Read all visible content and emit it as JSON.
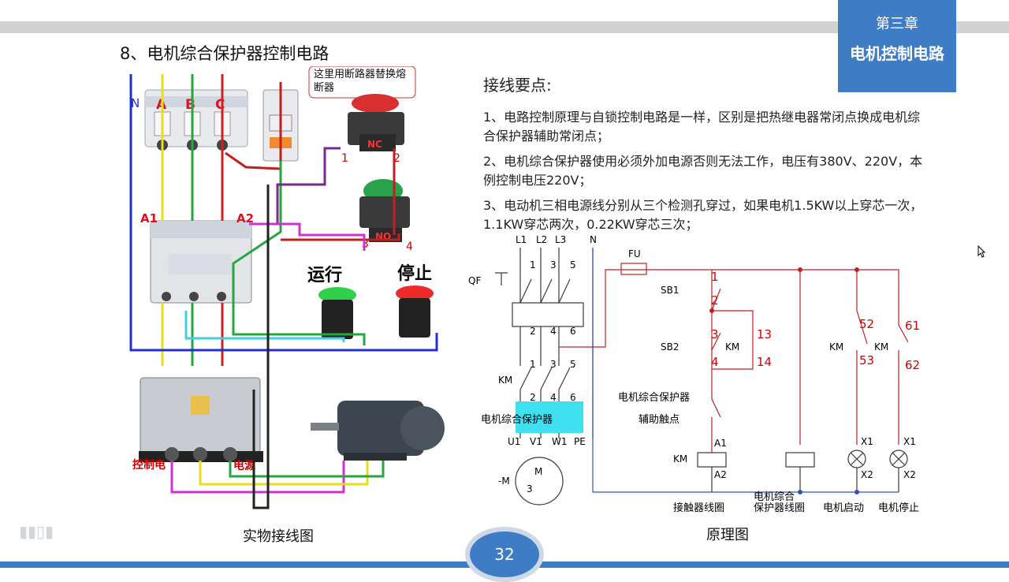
{
  "header": {
    "chapter": "第三章",
    "chapter_title": "电机控制电路"
  },
  "slide_title": "8、电机综合保护器控制电路",
  "notes": {
    "heading": "接线要点:",
    "items": [
      "1、电路控制原理与自锁控制电路是一样，区别是把热继电器常闭点换成电机综合保护器辅助常闭点；",
      "2、电机综合保护器使用必须外加电源否则无法工作，电压有380V、220V，本例控制电压220V；",
      "3、电动机三相电源线分别从三个检测孔穿过，如果电机1.5KW以上穿芯一次，1.1KW穿芯两次，0.22KW穿芯三次；"
    ]
  },
  "photo": {
    "caption": "实物接线图",
    "callout": "这里用断路器替换熔断器",
    "phase_labels": [
      "A",
      "B",
      "C"
    ],
    "neutral_label": "N",
    "coil_a1": "A1",
    "coil_a2": "A2",
    "button_nc_terminals": [
      "1",
      "2"
    ],
    "button_no_terminals": [
      "3",
      "4"
    ],
    "nc_label": "NC",
    "no_label": "NO",
    "run_label": "运行",
    "stop_label": "停止",
    "protector_left": "控制电",
    "protector_right": "电源"
  },
  "schematic": {
    "caption": "原理图",
    "lines": [
      "L1",
      "L2",
      "L3",
      "N"
    ],
    "qf": "QF",
    "fu": "FU",
    "km": "KM",
    "sb1": "SB1",
    "sb2": "SB2",
    "terms_top": [
      "1",
      "3",
      "5"
    ],
    "terms_mid": [
      "2",
      "4",
      "6"
    ],
    "contact_nums": [
      "1",
      "2",
      "3",
      "4",
      "13",
      "14",
      "52",
      "53",
      "61",
      "62"
    ],
    "protector_label": "电机综合保护器",
    "aux_label_1": "电机综合保护器",
    "aux_label_2": "辅助触点",
    "motor_terms": [
      "U1",
      "V1",
      "W1",
      "PE"
    ],
    "motor_m": "M",
    "motor_3": "3",
    "motor_tag": "-M",
    "a1": "A1",
    "a2": "A2",
    "x1": "X1",
    "x2": "X2",
    "bottom_labels": [
      "接触器线圈",
      "电机综合",
      "保护器线圈",
      "电机启动",
      "电机停止"
    ]
  },
  "page_number": "32",
  "colors": {
    "accent": "#3f7cc6",
    "highlight": "#3fe0f0",
    "red_num": "#d00000"
  }
}
